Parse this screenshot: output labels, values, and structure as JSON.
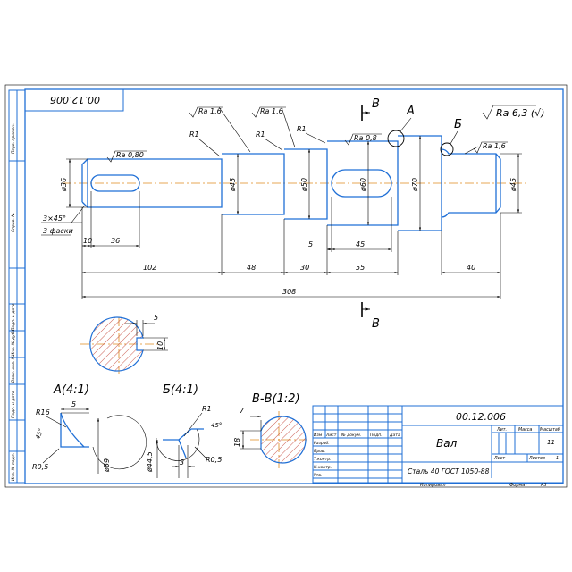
{
  "title_block": {
    "code": "00.12.006",
    "part_name": "Вал",
    "material": "Сталь 40 ГОСТ 1050-88",
    "header_cells": [
      "Изм",
      "Лист",
      "№ докум.",
      "Подп.",
      "Дата"
    ],
    "row_labels": [
      "Разраб.",
      "Пров.",
      "Т.контр.",
      "Н.контр.",
      "Утв."
    ],
    "lit_label": "Лит.",
    "mass_label": "Масса",
    "scale_label": "Масштаб",
    "mass_value": "11",
    "sheet_label": "Лист",
    "sheets_label": "Листов",
    "sheets_value": "1",
    "copied_label": "Копировал",
    "format_label": "Формат",
    "format_value": "А3"
  },
  "corner_code": "00.12.006",
  "side_labels": [
    "Перв. примен.",
    "Справ. №",
    "Подп. и дата",
    "Инв. № дубл.",
    "Взам. инв. №",
    "Подп. и дата",
    "Инв. № подл."
  ],
  "roughness_general": "Ra 6,3 (√)",
  "roughness": [
    "Ra 1,6",
    "Ra 1,6",
    "Ra 0,8",
    "Ra 0,80",
    "Ra 1,6"
  ],
  "radii": [
    "R1",
    "R1",
    "R1"
  ],
  "diameters": [
    "ø36",
    "ø45",
    "ø50",
    "ø60",
    "ø70",
    "ø45"
  ],
  "dimensions": {
    "chamfer": "3×45°",
    "chamfer_note": "3 фаски",
    "d10": "10",
    "d36": "36",
    "d5": "5",
    "d45": "45",
    "d102": "102",
    "d48": "48",
    "d30": "30",
    "d55": "55",
    "d40": "40",
    "d308": "308"
  },
  "section_marks": {
    "cut": "В",
    "view_a": "А",
    "view_b": "Б"
  },
  "key_section_dims": {
    "width": "5",
    "depth": "10"
  },
  "detail_a": {
    "title": "А(4:1)",
    "r16": "R16",
    "r05": "R0,5",
    "dim5": "5",
    "angle": "45°",
    "dia": "ø59"
  },
  "detail_b": {
    "title": "Б(4:1)",
    "r1": "R1",
    "r05": "R0,5",
    "angle": "45°",
    "dim3": "3",
    "dia": "ø44,5"
  },
  "section_bb": {
    "title": "В-В(1:2)",
    "dim7": "7",
    "dim18": "18"
  }
}
